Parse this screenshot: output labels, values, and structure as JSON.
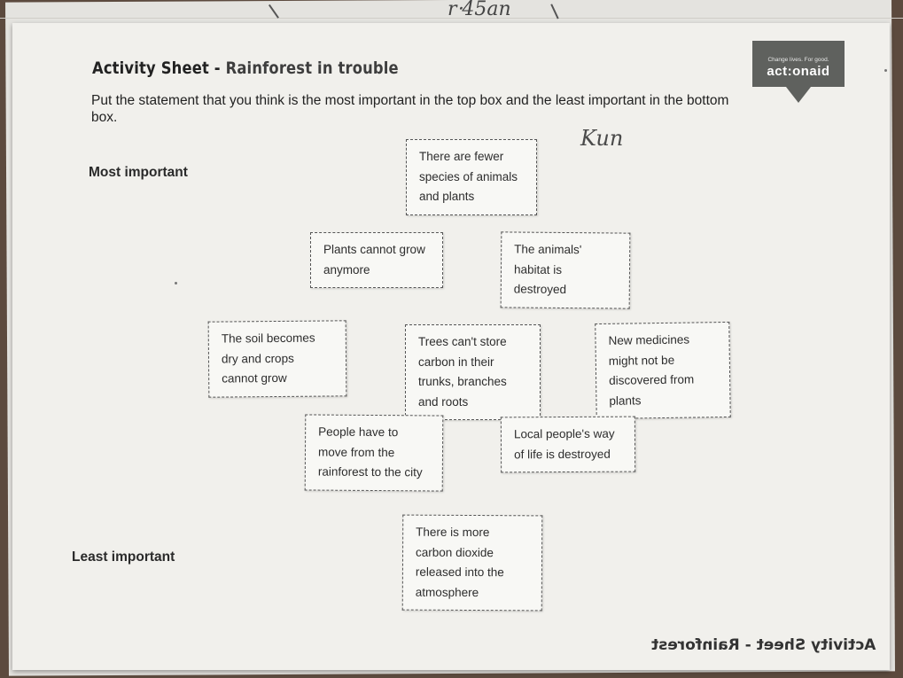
{
  "handwriting_top": "r⸱45an",
  "title": {
    "main": "Activity Sheet - ",
    "topic": "Rainforest in trouble"
  },
  "instructions": "Put the statement that you think is the most important in the top box and the least important in the bottom box.",
  "labels": {
    "most": "Most important",
    "least": "Least important"
  },
  "logo": {
    "tagline": "Change lives. For good.",
    "name": "act:onaid"
  },
  "signature": "Kun",
  "cards": [
    "There are fewer species of animals and plants",
    "Plants cannot grow anymore",
    "The animals' habitat is destroyed",
    "The soil becomes dry and crops cannot grow",
    "Trees can't store carbon in their trunks, branches and roots",
    "New medicines might not be discovered from plants",
    "People have to move from the rainforest to the city",
    "Local people's way of life is destroyed",
    "There is more carbon dioxide released into the atmosphere"
  ],
  "mirrored_footer": "Activity Sheet - Rainforest"
}
